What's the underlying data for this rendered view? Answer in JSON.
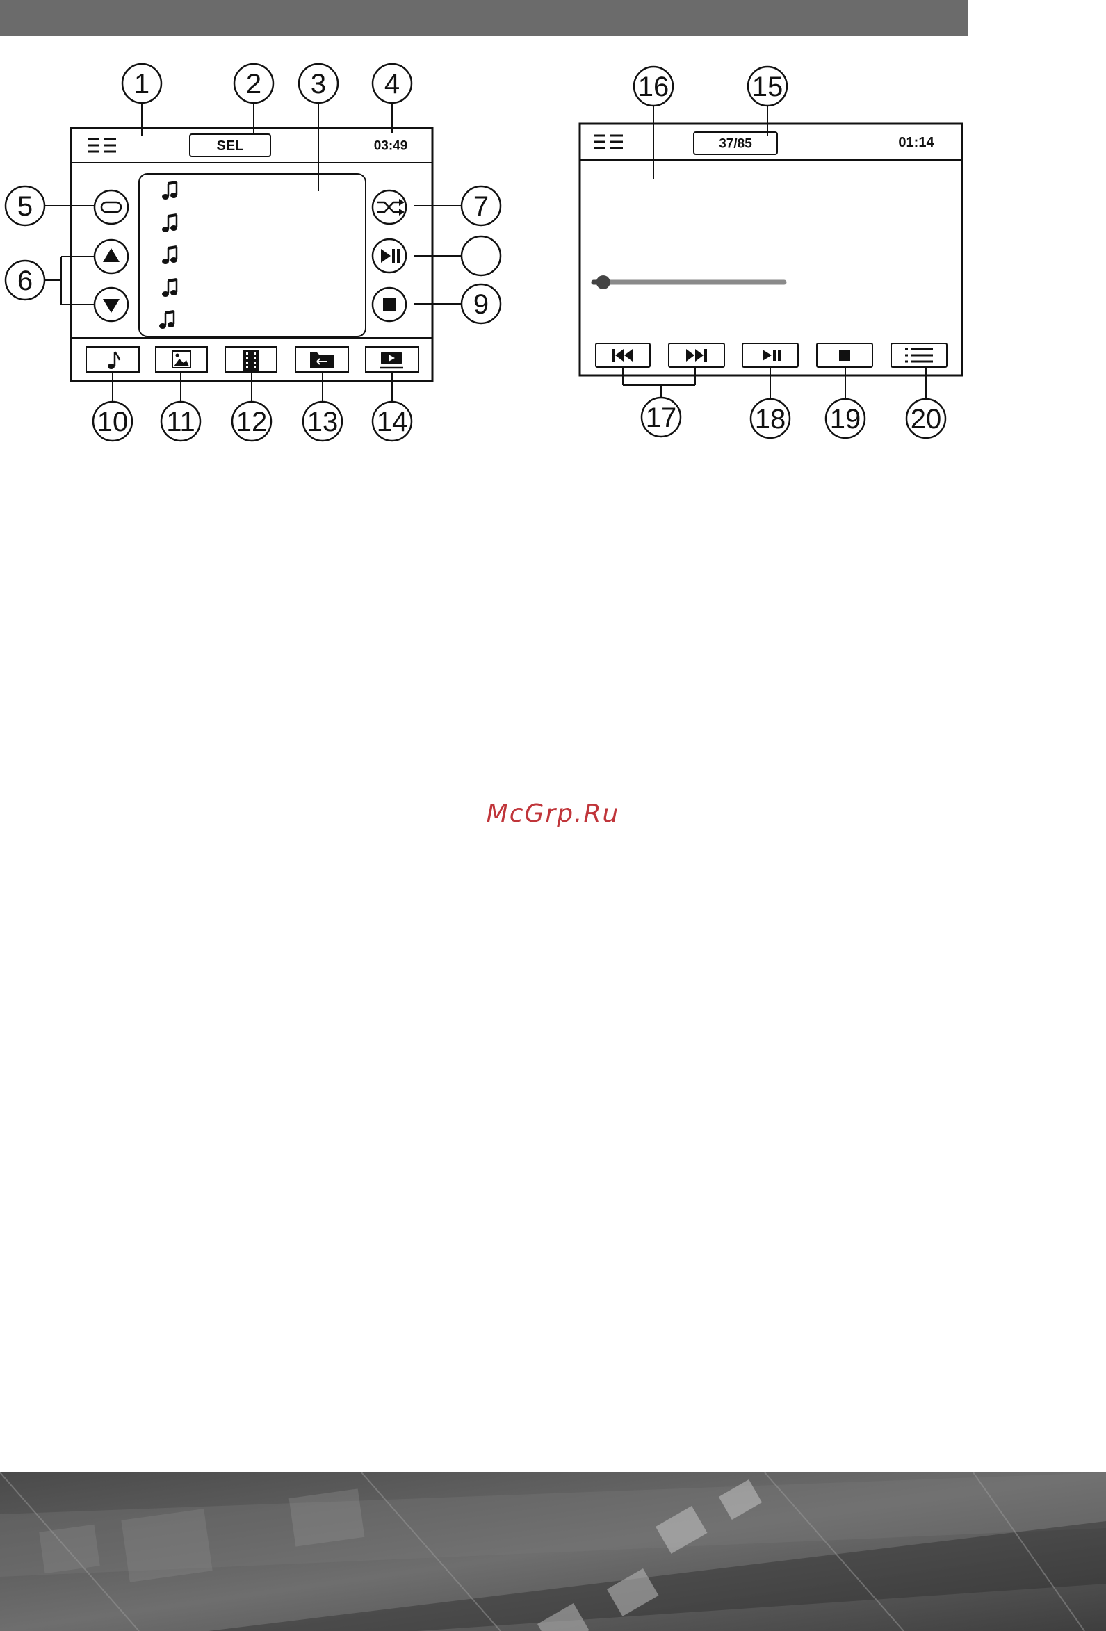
{
  "callouts": {
    "c1": "1",
    "c2": "2",
    "c3": "3",
    "c4": "4",
    "c5": "5",
    "c6": "6",
    "c7": "7",
    "c9": "9",
    "c10": "10",
    "c11": "11",
    "c12": "12",
    "c13": "13",
    "c14": "14",
    "c15": "15",
    "c16": "16",
    "c17": "17",
    "c18": "18",
    "c19": "19",
    "c20": "20"
  },
  "browser_screen": {
    "sel_label": "SEL",
    "clock": "03:49",
    "list_items": [
      "music-note-icon",
      "music-note-icon",
      "music-note-icon",
      "music-note-icon",
      "music-note-icon"
    ],
    "icons": {
      "menu": "menu-icon",
      "repeat": "repeat-icon",
      "up": "arrow-up-icon",
      "down": "arrow-down-icon",
      "shuffle": "shuffle-icon",
      "play_pause": "play-pause-icon",
      "stop": "stop-icon",
      "music": "music-note-icon",
      "photo": "photo-icon",
      "video": "film-icon",
      "folder": "folder-up-icon",
      "tube": "video-play-icon"
    }
  },
  "player_screen": {
    "track_counter": "37/85",
    "clock": "01:14",
    "progress_fraction": 0.05,
    "icons": {
      "menu": "menu-icon",
      "prev": "previous-track-icon",
      "next": "next-track-icon",
      "play_pause": "play-pause-icon",
      "stop": "stop-icon",
      "list": "list-icon"
    }
  },
  "watermark": "McGrp.Ru",
  "colors": {
    "topbar": "#6b6b6b",
    "watermark": "#c0353a",
    "line": "#111111"
  }
}
